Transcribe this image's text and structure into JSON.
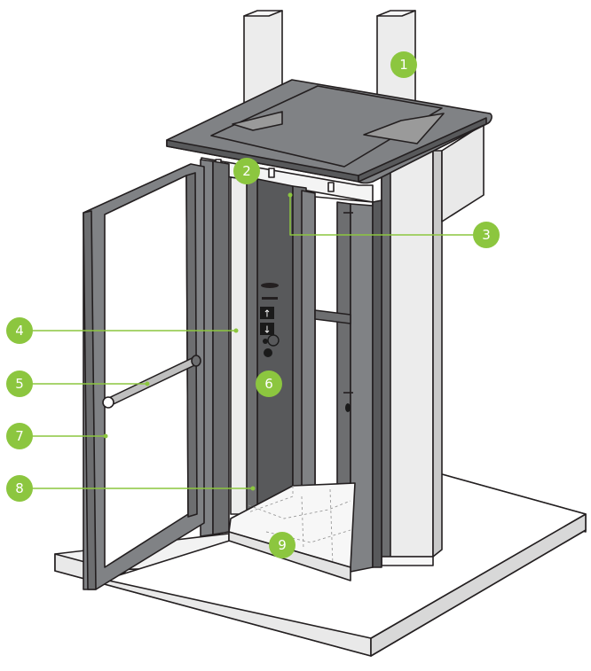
{
  "colors": {
    "accent": "#8cc63f",
    "frame": "#6d6e70",
    "frame_dark": "#58595b",
    "outline": "#231f20",
    "light_panel": "#ececec",
    "floor": "#f7f7f7"
  },
  "callouts": [
    {
      "number": "1"
    },
    {
      "number": "2"
    },
    {
      "number": "3"
    },
    {
      "number": "4"
    },
    {
      "number": "5"
    },
    {
      "number": "6"
    },
    {
      "number": "7"
    },
    {
      "number": "8"
    },
    {
      "number": "9"
    }
  ],
  "control_panel": {
    "up_arrow": "↑",
    "down_arrow": "↓"
  }
}
